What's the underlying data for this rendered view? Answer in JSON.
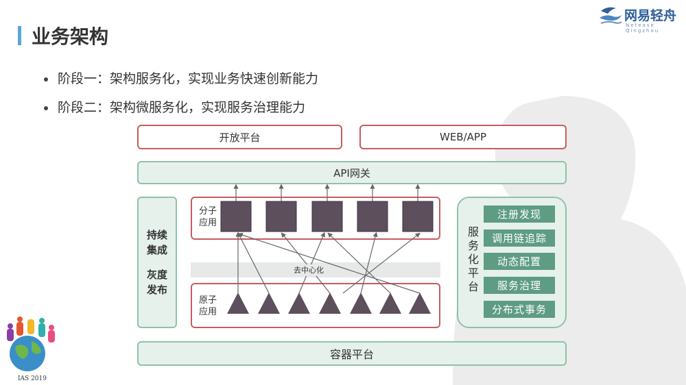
{
  "slide": {
    "title": "业务架构"
  },
  "logo": {
    "text": "网易轻舟",
    "sub": "Netease Qingzhou"
  },
  "bullets": [
    "阶段一：架构服务化，实现业务快速创新能力",
    "阶段二：架构微服务化，实现服务治理能力"
  ],
  "diagram": {
    "open_platform": "开放平台",
    "web_app": "WEB/APP",
    "api_gateway": "API网关",
    "ci": {
      "line1": "持续",
      "line2": "集成",
      "line3": "灰度",
      "line4": "发布"
    },
    "molecule_label": {
      "line1": "分子",
      "line2": "应用"
    },
    "atom_label": {
      "line1": "原子",
      "line2": "应用"
    },
    "decentralize": "去中心化",
    "service_platform": "服务化平台",
    "services": [
      "注册发现",
      "调用链追踪",
      "动态配置",
      "服务治理",
      "分布式事务"
    ],
    "container": "容器平台"
  },
  "event_badge": "IAS 2019",
  "colors": {
    "red_border": "#c85a5f",
    "green_border": "#8fc2a8",
    "green_fill": "#e6f1ec",
    "tag_green": "#5e9c84",
    "node_fill": "#5d4f5c",
    "title_accent": "#5aa6d8"
  }
}
